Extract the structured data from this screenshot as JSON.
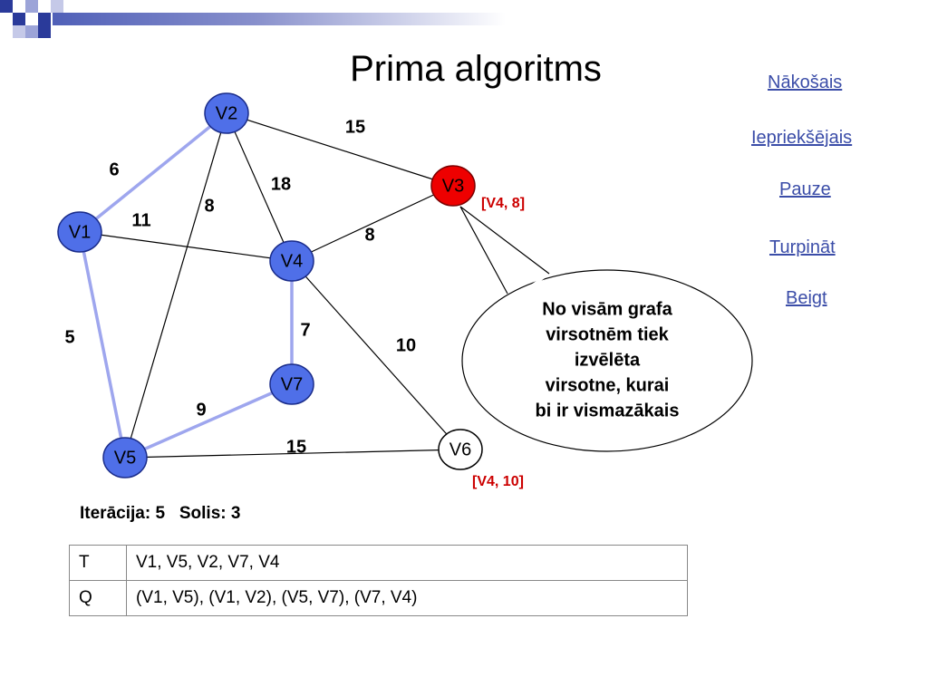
{
  "title": "Prima algoritms",
  "colors": {
    "mst_edge": "#9ea6ee",
    "edge": "#000000",
    "node_fill": "#4f6fe8",
    "selected_node": "#ee0000",
    "pair_label": "#cc0000",
    "link": "#3b4da8"
  },
  "nav": {
    "next": "Nākošais",
    "previous": "Iepriekšējais",
    "pause": "Pauze ",
    "continue": "Turpināt ",
    "end": "Beigt"
  },
  "graph": {
    "nodes": [
      {
        "id": "V1",
        "label": "V1",
        "selected": false
      },
      {
        "id": "V2",
        "label": "V2",
        "selected": false
      },
      {
        "id": "V3",
        "label": "V3",
        "selected": true
      },
      {
        "id": "V4",
        "label": "V4",
        "selected": false
      },
      {
        "id": "V5",
        "label": "V5",
        "selected": false
      },
      {
        "id": "V6",
        "label": "V6",
        "selected": false,
        "hollow": true
      },
      {
        "id": "V7",
        "label": "V7",
        "selected": false
      }
    ],
    "edges": [
      {
        "from": "V1",
        "to": "V2",
        "weight": "6",
        "in_tree": true
      },
      {
        "from": "V1",
        "to": "V5",
        "weight": "5",
        "in_tree": true
      },
      {
        "from": "V1",
        "to": "V4",
        "weight": "11",
        "in_tree": false
      },
      {
        "from": "V2",
        "to": "V3",
        "weight": "15",
        "in_tree": false
      },
      {
        "from": "V2",
        "to": "V4",
        "weight": "18",
        "in_tree": false
      },
      {
        "from": "V2",
        "to": "V5",
        "weight": "8",
        "in_tree": false
      },
      {
        "from": "V3",
        "to": "V4",
        "weight": "8",
        "in_tree": false
      },
      {
        "from": "V4",
        "to": "V7",
        "weight": "7",
        "in_tree": true
      },
      {
        "from": "V4",
        "to": "V6",
        "weight": "10",
        "in_tree": false
      },
      {
        "from": "V5",
        "to": "V7",
        "weight": "9",
        "in_tree": true
      },
      {
        "from": "V5",
        "to": "V6",
        "weight": "15",
        "in_tree": false
      }
    ],
    "node_annotations": [
      {
        "node": "V3",
        "text": "[V4, 8]"
      },
      {
        "node": "V6",
        "text": "[V4, 10]"
      }
    ],
    "callout": {
      "lines": [
        "No visām grafa",
        "virsotnēm tiek",
        "izvēlēta",
        "virsotne, kurai",
        "bi ir vismazākais"
      ]
    }
  },
  "status": {
    "iteration_label": "Iterācija:",
    "iteration_value": "5",
    "step_label": "Solis:",
    "step_value": "3"
  },
  "table": {
    "rows": [
      {
        "key": "T",
        "value": "V1, V5, V2, V7, V4"
      },
      {
        "key": "Q",
        "value": "(V1, V5), (V1, V2), (V5, V7), (V7, V4)"
      }
    ]
  }
}
